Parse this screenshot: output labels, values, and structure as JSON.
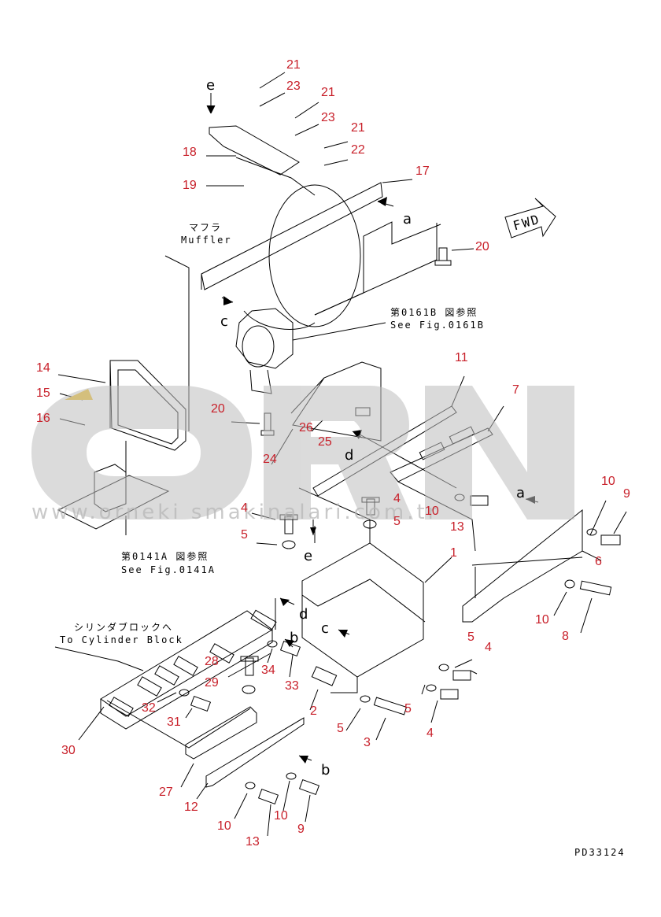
{
  "callouts": [
    {
      "text": "21"
    },
    {
      "text": "23"
    },
    {
      "text": "21"
    },
    {
      "text": "23"
    },
    {
      "text": "21"
    },
    {
      "text": "22"
    },
    {
      "text": "18"
    },
    {
      "text": "19"
    },
    {
      "text": "17"
    },
    {
      "text": "20"
    },
    {
      "text": "14"
    },
    {
      "text": "15"
    },
    {
      "text": "16"
    },
    {
      "text": "20"
    },
    {
      "text": "26"
    },
    {
      "text": "25"
    },
    {
      "text": "24"
    },
    {
      "text": "11"
    },
    {
      "text": "7"
    },
    {
      "text": "10"
    },
    {
      "text": "13"
    },
    {
      "text": "4"
    },
    {
      "text": "5"
    },
    {
      "text": "4"
    },
    {
      "text": "5"
    },
    {
      "text": "1"
    },
    {
      "text": "10"
    },
    {
      "text": "9"
    },
    {
      "text": "6"
    },
    {
      "text": "10"
    },
    {
      "text": "8"
    },
    {
      "text": "5"
    },
    {
      "text": "4"
    },
    {
      "text": "28"
    },
    {
      "text": "29"
    },
    {
      "text": "34"
    },
    {
      "text": "33"
    },
    {
      "text": "32"
    },
    {
      "text": "31"
    },
    {
      "text": "2"
    },
    {
      "text": "5"
    },
    {
      "text": "5"
    },
    {
      "text": "3"
    },
    {
      "text": "4"
    },
    {
      "text": "30"
    },
    {
      "text": "27"
    },
    {
      "text": "12"
    },
    {
      "text": "10"
    },
    {
      "text": "10"
    },
    {
      "text": "9"
    },
    {
      "text": "13"
    }
  ],
  "view_letters": [
    {
      "text": "e"
    },
    {
      "text": "a"
    },
    {
      "text": "c"
    },
    {
      "text": "d"
    },
    {
      "text": "a"
    },
    {
      "text": "e"
    },
    {
      "text": "d"
    },
    {
      "text": "b"
    },
    {
      "text": "c"
    },
    {
      "text": "b"
    }
  ],
  "notes": {
    "muffler_jp": "マフラ",
    "muffler_en": "Muffler",
    "ref_0161b_jp": "第0161B 図参照",
    "ref_0161b_en": "See Fig.0161B",
    "ref_0141a_jp": "第0141A 図参照",
    "ref_0141a_en": "See Fig.0141A",
    "cyl_jp": "シリンダブロックへ",
    "cyl_en": "To Cylinder Block",
    "fwd": "FWD",
    "drawing_no": "PD33124"
  },
  "watermark": {
    "brand": "ORNEK",
    "url": "www.orneki smakinalari.com.tr",
    "color": "#c4c4c4"
  },
  "colors": {
    "callout": "#c8202a",
    "line": "#000000",
    "accent": "#f0c030"
  }
}
